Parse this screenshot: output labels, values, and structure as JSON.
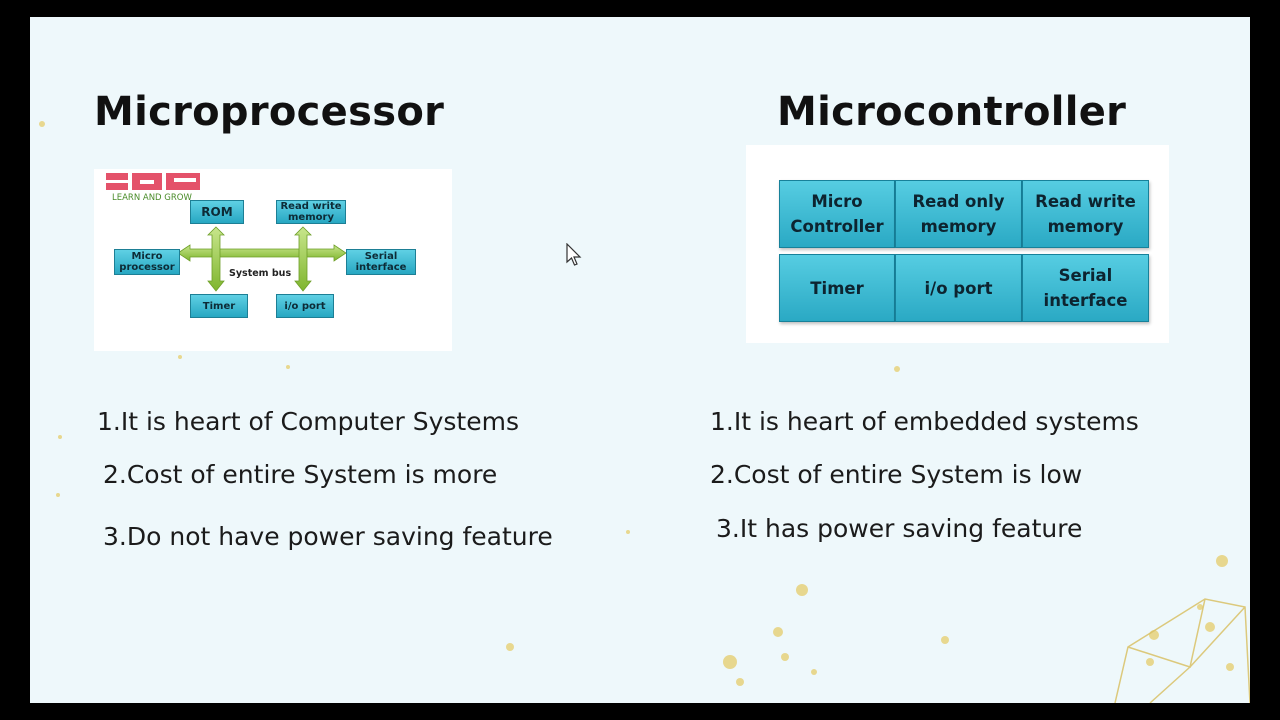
{
  "left": {
    "heading": "Microprocessor",
    "diagram": {
      "logo_text": "LEARN AND GROW",
      "bus_label": "System bus",
      "rom": "ROM",
      "ram": "Read write memory",
      "cpu": "Micro processor",
      "serial": "Serial interface",
      "timer": "Timer",
      "io": "i/o port"
    },
    "points": [
      "1.It is heart of Computer Systems",
      "2.Cost of entire System is more",
      "3.Do not have power saving feature"
    ]
  },
  "right": {
    "heading": "Microcontroller",
    "grid": [
      "Micro\nController",
      "Read only\nmemory",
      "Read write\nmemory",
      "Timer",
      "i/o port",
      "Serial\ninterface"
    ],
    "points": [
      "1.It is heart of embedded systems",
      "2.Cost of entire System is low",
      "3.It has power saving feature"
    ]
  },
  "colors": {
    "background": "#eef8fb",
    "block": "#2aa9c4",
    "bus": "#8fc63d",
    "accent_dots": "#e9d27a"
  },
  "icons": {
    "cursor": "arrow-pointer-icon"
  }
}
